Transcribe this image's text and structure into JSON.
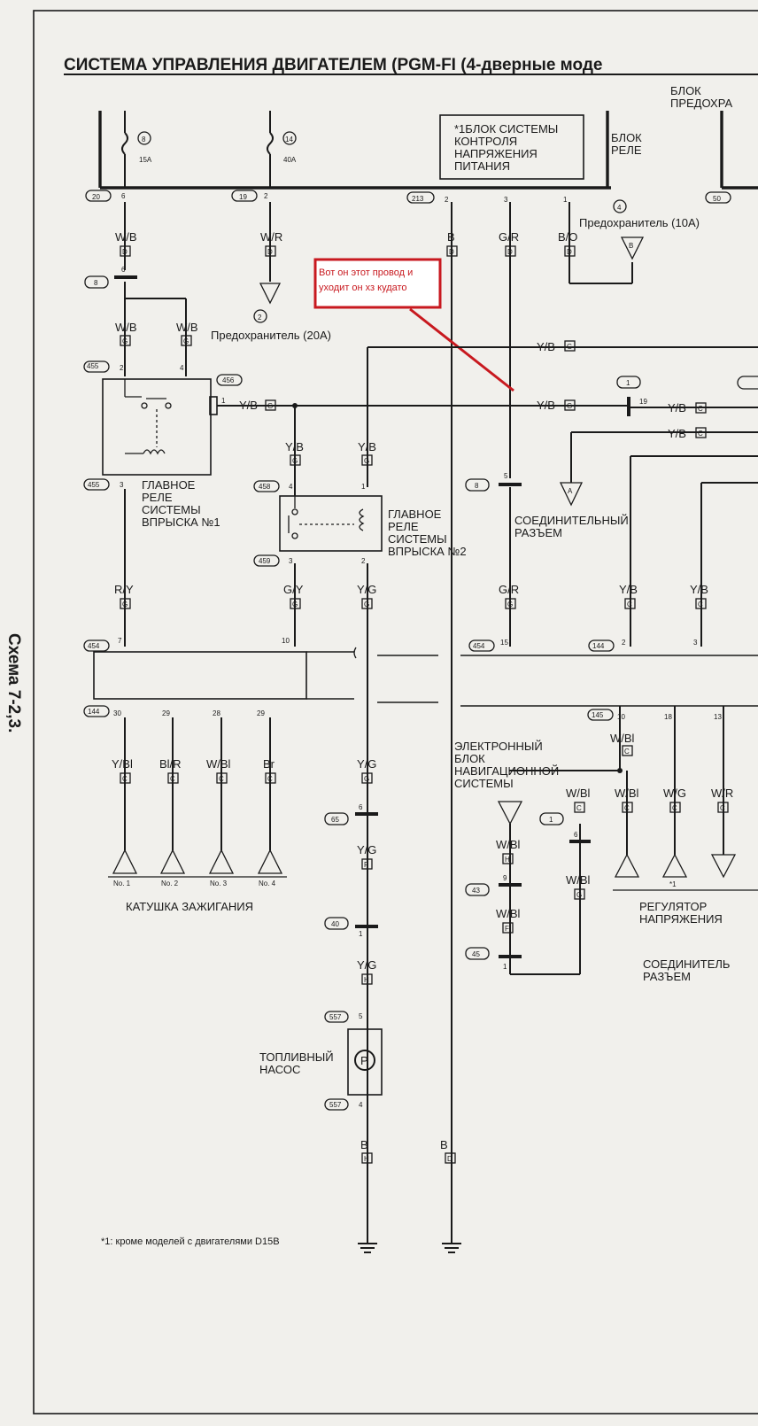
{
  "page": {
    "title": "СИСТЕМА УПРАВЛЕНИЯ ДВИГАТЕЛЕМ (PGM-FI (4-дверные моде",
    "side_label": "Схема 7-2,3.",
    "footnote": "*1: кроме моделей с двигателями D15B"
  },
  "annotation": {
    "line1": "Вот он этот провод и",
    "line2": "уходит он хз кудато",
    "color": "#c8191f"
  },
  "blocks": {
    "fuse_box_1": "БЛОК",
    "fuse_box_2": "ПРЕДОХРА",
    "relay_block_1": "БЛОК",
    "relay_block_2": "РЕЛЕ",
    "voltage_unit_1": "*1БЛОК СИСТЕМЫ",
    "voltage_unit_2": "КОНТРОЛЯ",
    "voltage_unit_3": "НАПРЯЖЕНИЯ",
    "voltage_unit_4": "ПИТАНИЯ"
  },
  "fuses": {
    "f1_num": "8",
    "f1_rating": "15A",
    "f2_num": "14",
    "f2_rating": "40A",
    "fuse_20a": "Предохранитель (20А)",
    "fuse_20a_num": "2",
    "fuse_10a": "Предохранитель (10A)",
    "fuse_10a_num": "4"
  },
  "relays": {
    "main1_1": "ГЛАВНОЕ",
    "main1_2": "РЕЛЕ",
    "main1_3": "СИСТЕМЫ",
    "main1_4": "ВПРЫСКА №1",
    "main2_1": "ГЛАВНОЕ",
    "main2_2": "РЕЛЕ",
    "main2_3": "СИСТЕМЫ",
    "main2_4": "ВПРЫСКА №2"
  },
  "components": {
    "joint_connector_1": "СОЕДИНИТЕЛЬНЫЙ",
    "joint_connector_2": "РАЗЪЕМ",
    "nav_1": "ЭЛЕКТРОННЫЙ",
    "nav_2": "БЛОК",
    "nav_3": "НАВИГАЦИОННОЙ",
    "nav_4": "СИСТЕМЫ",
    "ignition_coil": "КАТУШКА ЗАЖИГАНИЯ",
    "coil_labels": [
      "No. 1",
      "No. 2",
      "No. 3",
      "No. 4"
    ],
    "regulator_1": "РЕГУЛЯТОР",
    "regulator_2": "НАПРЯЖЕНИЯ",
    "connector2_1": "СОЕДИНИТЕЛЬ",
    "connector2_2": "РАЗЪЕМ",
    "fuel_pump_1": "ТОПЛИВНЫЙ",
    "fuel_pump_2": "НАСОС",
    "pump_symbol": "P",
    "star_note": "*1"
  },
  "wires": {
    "wb": "W/B",
    "wr": "W/R",
    "b": "B",
    "gr": "G/R",
    "bo": "B/O",
    "yb": "Y/B",
    "ry": "R/Y",
    "gy": "G/Y",
    "yg": "Y/G",
    "ybl": "Y/Bl",
    "blr": "Bl/R",
    "wbl": "W/Bl",
    "br": "Br",
    "wg": "W/G",
    "wrr": "W/R"
  },
  "letters": {
    "D": "D",
    "G": "G",
    "C": "C",
    "H": "H",
    "F": "F",
    "A": "A",
    "B": "B"
  },
  "connectors": {
    "c20": "20",
    "c19": "19",
    "c213": "213",
    "c50": "50",
    "c455": "455",
    "c456": "456",
    "c458": "458",
    "c459": "459",
    "c454": "454",
    "c144": "144",
    "c145": "145",
    "c8": "8",
    "c6": "6",
    "c1": "1",
    "c65": "65",
    "c40": "40",
    "c43": "43",
    "c45": "45",
    "c557": "557"
  },
  "pins": {
    "p6": "6",
    "p2": "2",
    "p3": "3",
    "p1": "1",
    "p4": "4",
    "p5": "5",
    "p7": "7",
    "p10": "10",
    "p15": "15",
    "p18": "18",
    "p13": "13",
    "p30": "30",
    "p29": "29",
    "p28": "28",
    "p9": "9",
    "p19": "19"
  }
}
